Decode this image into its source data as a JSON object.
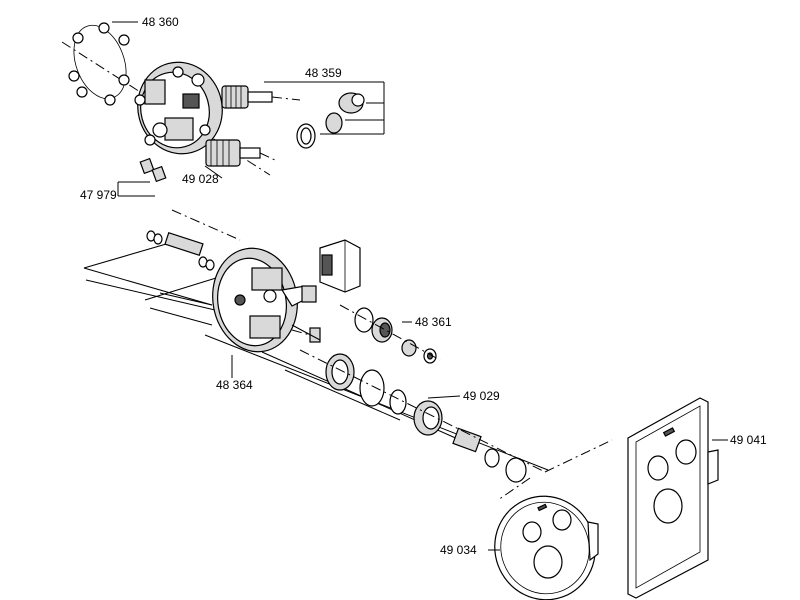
{
  "labels": {
    "p48360": "48 360",
    "p48359": "48 359",
    "p47979": "47 979",
    "p49028": "49 028",
    "p48361": "48 361",
    "p48364": "48 364",
    "p49029": "49 029",
    "p49041": "49 041",
    "p49034": "49 034"
  }
}
